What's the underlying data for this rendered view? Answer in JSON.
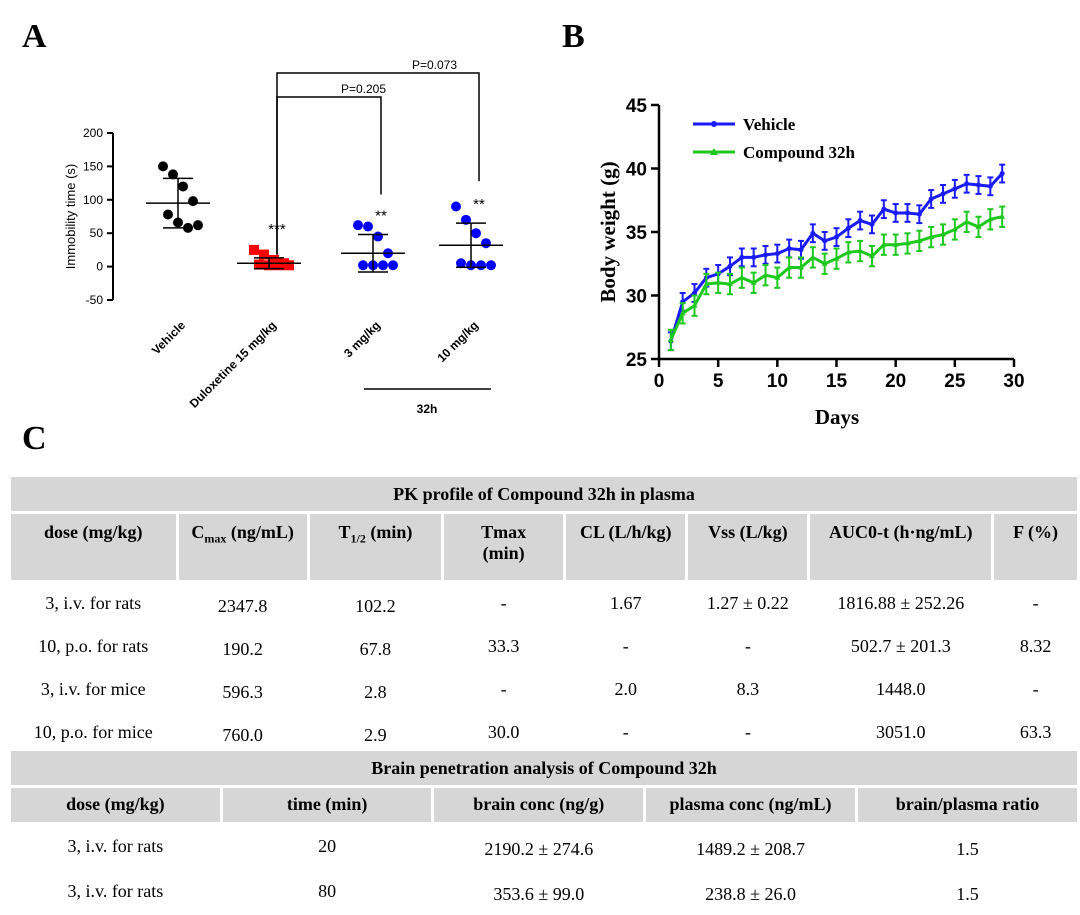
{
  "panels": {
    "a": "A",
    "b": "B",
    "c": "C"
  },
  "chart_data": [
    {
      "type": "scatter",
      "panel": "A",
      "ylabel": "Immobility time (s)",
      "ylim": [
        -50,
        200
      ],
      "yticks": [
        "200",
        "150",
        "100",
        "50",
        "0",
        "-50"
      ],
      "categories": [
        "Vehicle",
        "Duloxetine 15 mg/kg",
        "3 mg/kg",
        "10 mg/kg"
      ],
      "group_label": "32h",
      "colors": [
        "#000000",
        "#ff0000",
        "#0000ff",
        "#0000ff"
      ],
      "markers": [
        "circle",
        "square",
        "circle",
        "circle"
      ],
      "points": [
        [
          150,
          138,
          120,
          98,
          78,
          66,
          58,
          62
        ],
        [
          25,
          18,
          10,
          5,
          3,
          2,
          2,
          2
        ],
        [
          62,
          60,
          45,
          20,
          2,
          2,
          2,
          2
        ],
        [
          90,
          70,
          50,
          35,
          5,
          2,
          2,
          2
        ]
      ],
      "mean": [
        95,
        5,
        20,
        32
      ],
      "sd": [
        37,
        8,
        28,
        33
      ],
      "significance": [
        "",
        "***",
        "**",
        "**"
      ],
      "brackets": [
        {
          "from": 1,
          "to": 2,
          "label": "P=0.205"
        },
        {
          "from": 1,
          "to": 3,
          "label": "P=0.073"
        }
      ]
    },
    {
      "type": "line",
      "panel": "B",
      "xlabel": "Days",
      "ylabel": "Body weight (g)",
      "xlim": [
        0,
        30
      ],
      "ylim": [
        25,
        45
      ],
      "xticks": [
        "0",
        "5",
        "10",
        "15",
        "20",
        "25",
        "30"
      ],
      "yticks": [
        "25",
        "30",
        "35",
        "40",
        "45"
      ],
      "x": [
        1,
        2,
        3,
        4,
        5,
        6,
        7,
        8,
        9,
        10,
        11,
        12,
        13,
        14,
        15,
        16,
        17,
        18,
        19,
        20,
        21,
        22,
        23,
        24,
        25,
        26,
        27,
        28,
        29
      ],
      "series": [
        {
          "name": "Vehicle",
          "color": "#1a1aff",
          "values": [
            26.4,
            29.5,
            30.2,
            31.4,
            31.7,
            32.3,
            33.0,
            33.0,
            33.2,
            33.3,
            33.7,
            33.6,
            34.9,
            34.3,
            34.6,
            35.3,
            35.9,
            35.6,
            36.8,
            36.5,
            36.5,
            36.4,
            37.6,
            38.0,
            38.4,
            38.8,
            38.7,
            38.6,
            39.6
          ],
          "error": 0.7
        },
        {
          "name": "Compound 32h",
          "color": "#1ec81e",
          "values": [
            26.5,
            28.6,
            29.2,
            30.9,
            31.0,
            30.9,
            31.4,
            31.0,
            31.6,
            31.4,
            32.2,
            32.2,
            33.0,
            32.5,
            32.9,
            33.4,
            33.5,
            33.1,
            34.0,
            34.0,
            34.1,
            34.3,
            34.6,
            34.8,
            35.2,
            35.8,
            35.4,
            36.0,
            36.2
          ],
          "error": 0.8
        }
      ]
    }
  ],
  "pk_table": {
    "title": "PK profile of Compound 32h in plasma",
    "headers": [
      "dose (mg/kg)",
      "C",
      "T",
      "Tmax (min)",
      "CL (L/h/kg)",
      "Vss (L/kg)",
      "AUC0-t (h·ng/mL)",
      "F (%)"
    ],
    "cmax": {
      "base": "C",
      "sub": "max",
      "unit": " (ng/mL)"
    },
    "thalf": {
      "base": "T",
      "sub": "1/2",
      "unit": " (min)"
    },
    "tmax": {
      "line1": "Tmax",
      "line2": "(min)"
    },
    "rows": [
      [
        "3, i.v. for rats",
        "2347.8",
        "102.2",
        "-",
        "1.67",
        "1.27 ± 0.22",
        "1816.88 ± 252.26",
        "-"
      ],
      [
        "10, p.o. for rats",
        "190.2",
        "67.8",
        "33.3",
        "-",
        "-",
        "502.7 ± 201.3",
        "8.32"
      ],
      [
        "3, i.v. for mice",
        "596.3",
        "2.8",
        "-",
        "2.0",
        "8.3",
        "1448.0",
        "-"
      ],
      [
        "10, p.o. for mice",
        "760.0",
        "2.9",
        "30.0",
        "-",
        "-",
        "3051.0",
        "63.3"
      ]
    ]
  },
  "brain_table": {
    "title": "Brain penetration analysis of Compound 32h",
    "headers": [
      "dose (mg/kg)",
      "time (min)",
      "brain conc (ng/g)",
      "plasma conc (ng/mL)",
      "brain/plasma ratio"
    ],
    "rows": [
      [
        "3, i.v. for rats",
        "20",
        "2190.2 ± 274.6",
        "1489.2 ± 208.7",
        "1.5"
      ],
      [
        "3, i.v. for rats",
        "80",
        "353.6 ± 99.0",
        "238.8 ± 26.0",
        "1.5"
      ]
    ]
  }
}
